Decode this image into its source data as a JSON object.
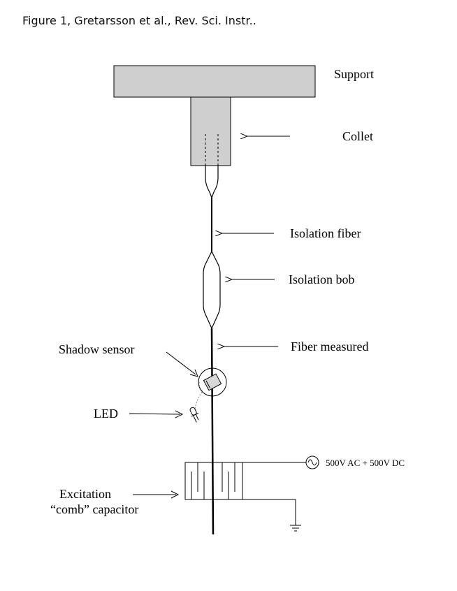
{
  "caption": "Figure 1, Gretarsson et al., Rev. Sci. Instr..",
  "labels": {
    "support": "Support",
    "collet": "Collet",
    "isolation_fiber": "Isolation fiber",
    "isolation_bob": "Isolation bob",
    "fiber_measured": "Fiber measured",
    "shadow_sensor": "Shadow sensor",
    "led": "LED",
    "excitation_line1": "Excitation",
    "excitation_line2": "“comb” capacitor",
    "voltage": "500V AC + 500V DC"
  },
  "colors": {
    "support_fill": "#cfcfcf",
    "collet_fill": "#cfcfcf",
    "line": "#000000"
  },
  "icons": {
    "ac_source": "sine-wave-source-icon",
    "ground": "ground-icon",
    "led": "led-icon"
  }
}
